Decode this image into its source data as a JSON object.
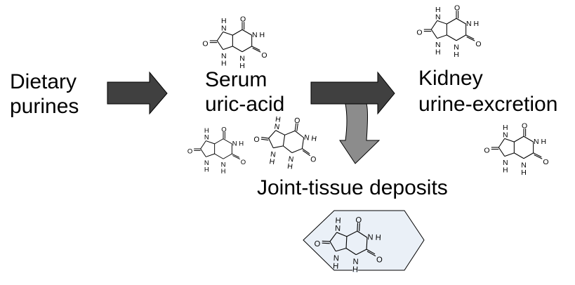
{
  "nodes": {
    "dietary": {
      "line1": "Dietary",
      "line2": "purines"
    },
    "serum": {
      "line1": "Serum",
      "line2": "uric-acid"
    },
    "kidney": {
      "line1": "Kidney",
      "line2": "urine-excretion"
    },
    "deposits": {
      "label": "Joint-tissue deposits"
    }
  },
  "molecule": {
    "atoms": {
      "n": "N",
      "h": "H",
      "o": "O"
    }
  },
  "colors": {
    "arrow_dark": "#404040",
    "arrow_gray": "#8c8c8c",
    "crystal_fill": "#eaf0f7",
    "line": "#000000"
  }
}
